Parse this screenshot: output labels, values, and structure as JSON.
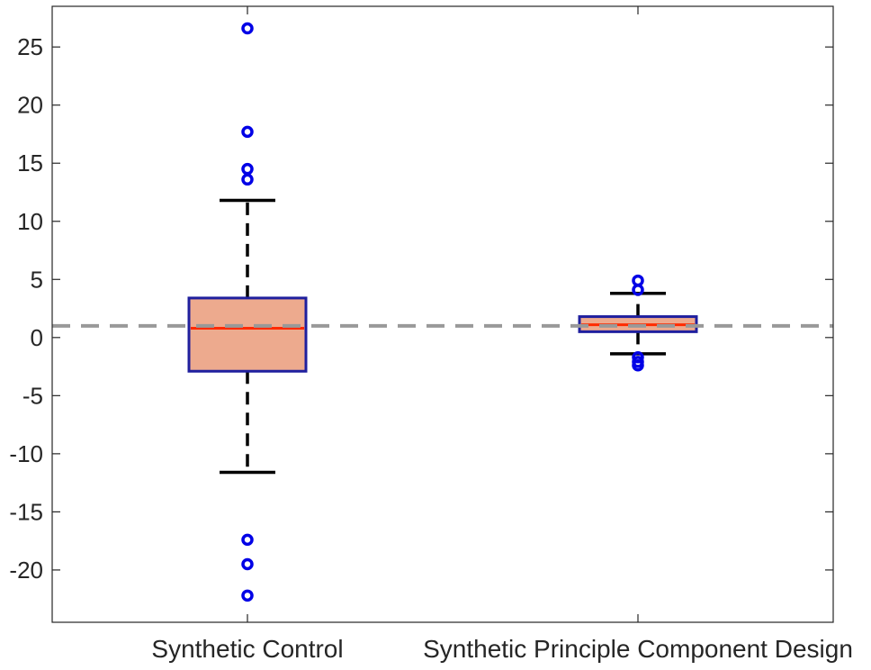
{
  "chart_data": {
    "type": "boxplot",
    "title": "",
    "xlabel": "",
    "ylabel": "",
    "categories": [
      "Synthetic Control",
      "Synthetic Principle Component Design"
    ],
    "ylim": [
      -24.5,
      28.5
    ],
    "yticks": [
      -20,
      -15,
      -10,
      -5,
      0,
      5,
      10,
      15,
      20,
      25
    ],
    "ytick_labels": [
      "-20",
      "-15",
      "-10",
      "-5",
      "0",
      "5",
      "10",
      "15",
      "20",
      "25"
    ],
    "reference_line": 1,
    "grid": false,
    "boxes": [
      {
        "category": "Synthetic Control",
        "q1": -2.9,
        "median": 0.8,
        "q3": 3.4,
        "whisker_low": -11.6,
        "whisker_high": 11.8,
        "outliers": [
          26.6,
          17.7,
          14.5,
          13.6,
          -17.4,
          -19.5,
          -22.2
        ]
      },
      {
        "category": "Synthetic Principle Component Design",
        "q1": 0.5,
        "median": 1.1,
        "q3": 1.8,
        "whisker_low": -1.4,
        "whisker_high": 3.8,
        "outliers": [
          4.9,
          4.1,
          -1.7,
          -2.1,
          -2.4
        ]
      }
    ],
    "colors": {
      "box_fill": "#EDAA8E",
      "box_edge": "#1F1F9E",
      "median": "#FF2A00",
      "whisker": "#000000",
      "outlier": "#0000E6",
      "reference_line": "#999999",
      "axis": "#262626"
    }
  }
}
